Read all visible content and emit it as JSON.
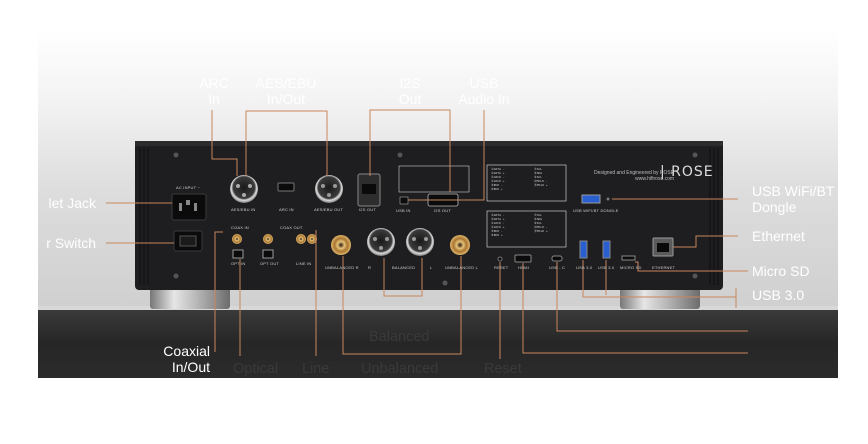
{
  "callouts": {
    "arc": [
      "ARC",
      "In"
    ],
    "aes_ebu": [
      "AES/EBU",
      "In/Out"
    ],
    "i2s": [
      "I2S",
      "Out"
    ],
    "usb_audio": [
      "USB",
      "Audio In"
    ],
    "outlet": "let Jack",
    "power_switch": "r Switch",
    "usb_wifi": [
      "USB WiFi/BT",
      "Dongle"
    ],
    "ethernet": "Ethernet",
    "micro_sd": "Micro SD",
    "usb30": "USB 3.0",
    "coaxial": [
      "Coaxial",
      "In/Out"
    ],
    "optical": "Optical",
    "line": "Line",
    "balanced": "Balanced",
    "unbalanced": "Unbalanced",
    "reset": "Reset"
  },
  "panel": {
    "ac_input": "AC INPUT ~",
    "aes_in": "AES/EBU IN",
    "arc_in": "ARC IN",
    "aes_out": "AES/EBU OUT",
    "i2s_out": "I2S OUT",
    "usb_in": "USB IN",
    "i2s_out2": "I2S OUT",
    "coax_in": "COAX IN",
    "opt_in": "OPT IN",
    "opt_out": "OPT OUT",
    "coax_out": "COAX OUT",
    "line_in": "LINE IN",
    "unbal_r": "UNBALANCED R",
    "r": "R",
    "balanced": "BALANCED",
    "l": "L",
    "unbal_l": "UNBALANCED L",
    "reset": "RESET",
    "hdmi": "HDMI",
    "usbc": "USB - C",
    "usb30a": "USB 3.0",
    "usb30b": "USB 3.0",
    "microsd": "MICRO SD",
    "ethernet": "ETHERNET",
    "wifi_dongle": "USB WIFI/BT DONGLE",
    "brand_line1": "Designed and Engineered by ROSE",
    "brand_line2": "www.hifirose.com",
    "logo": "| ROSE"
  },
  "pinout": {
    "top": [
      "①DATA -",
      "②DATA +",
      "③LRCK -",
      "④LRCK +",
      "⑤BCK -",
      "⑥BCK +"
    ],
    "top_right": [
      "⑦SCL",
      "⑧SDA",
      "⑨SCL",
      "⑩MCLK -",
      "⑪MCLK +"
    ],
    "bottom": [
      "①DATA -",
      "②DATA +",
      "③LRCK -",
      "④LRCK +",
      "⑤BCK -",
      "⑥BCK +"
    ],
    "bottom_right": [
      "⑦SCL",
      "⑧SDA",
      "⑨SCL",
      "⑩MCLK -",
      "⑪MCLK +"
    ]
  },
  "colors": {
    "chassis": "#1e1e20",
    "callout_line": "#c7865e",
    "background_dark": "#2a2a2a"
  }
}
